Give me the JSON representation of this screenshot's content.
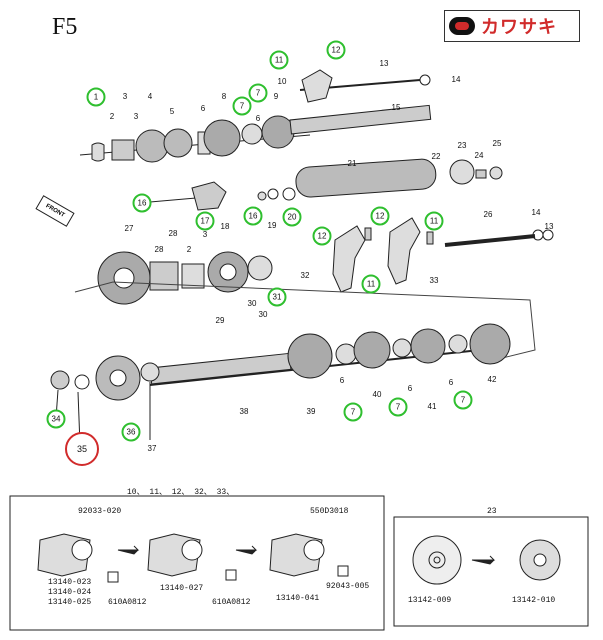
{
  "model": "F5",
  "logo_text": "カワサキ",
  "front_label": "FRONT",
  "ring_color": "#2fbf2f",
  "highlight_color": "#d12b2b",
  "labels": [
    {
      "t": "1",
      "ring": true
    },
    {
      "t": "2"
    },
    {
      "t": "3"
    },
    {
      "t": "3"
    },
    {
      "t": "4"
    },
    {
      "t": "5"
    },
    {
      "t": "6"
    },
    {
      "t": "7",
      "ring": true
    },
    {
      "t": "7",
      "ring": true
    },
    {
      "t": "6"
    },
    {
      "t": "8"
    },
    {
      "t": "9"
    },
    {
      "t": "10"
    },
    {
      "t": "11",
      "ring": true
    },
    {
      "t": "12",
      "ring": true
    },
    {
      "t": "13"
    },
    {
      "t": "14"
    },
    {
      "t": "15"
    },
    {
      "t": "21"
    },
    {
      "t": "22"
    },
    {
      "t": "23"
    },
    {
      "t": "24"
    },
    {
      "t": "25"
    },
    {
      "t": "16",
      "ring": true
    },
    {
      "t": "17",
      "ring": true
    },
    {
      "t": "18"
    },
    {
      "t": "16",
      "ring": true
    },
    {
      "t": "19"
    },
    {
      "t": "20",
      "ring": true
    },
    {
      "t": "26"
    },
    {
      "t": "14"
    },
    {
      "t": "13"
    },
    {
      "t": "12",
      "ring": true
    },
    {
      "t": "11",
      "ring": true
    },
    {
      "t": "12",
      "ring": true
    },
    {
      "t": "11",
      "ring": true
    },
    {
      "t": "32"
    },
    {
      "t": "33"
    },
    {
      "t": "27"
    },
    {
      "t": "28"
    },
    {
      "t": "28"
    },
    {
      "t": "2"
    },
    {
      "t": "3"
    },
    {
      "t": "29"
    },
    {
      "t": "30"
    },
    {
      "t": "30"
    },
    {
      "t": "31",
      "ring": true
    },
    {
      "t": "34",
      "ring": true
    },
    {
      "t": "36",
      "ring": true
    },
    {
      "t": "37"
    },
    {
      "t": "38"
    },
    {
      "t": "39"
    },
    {
      "t": "6"
    },
    {
      "t": "7",
      "ring": true
    },
    {
      "t": "40"
    },
    {
      "t": "6"
    },
    {
      "t": "7",
      "ring": true
    },
    {
      "t": "41"
    },
    {
      "t": "6"
    },
    {
      "t": "7",
      "ring": true
    },
    {
      "t": "42"
    },
    {
      "t": "35",
      "red": true
    }
  ],
  "inset": {
    "note": "10、 11、 12、 32、 33、",
    "parts": [
      "92033-020",
      "13140-023",
      "13140-024",
      "13140-025",
      "610A0812",
      "13140-027",
      "610A0812",
      "550D3018",
      "13140-041",
      "92043-005"
    ],
    "right_title": "23",
    "right_parts": [
      "13142-009",
      "13142-010"
    ]
  }
}
